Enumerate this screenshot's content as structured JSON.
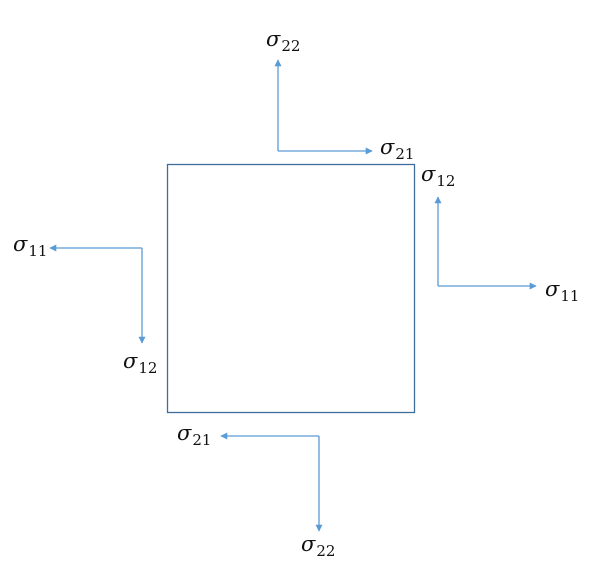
{
  "colors": {
    "arrow": "#5b9bd5",
    "square": "#3f6e9e",
    "label": "#111111"
  },
  "labels": {
    "sigma22_top": {
      "symbol": "σ",
      "sub": "22"
    },
    "sigma21_top": {
      "symbol": "σ",
      "sub": "21"
    },
    "sigma12_right": {
      "symbol": "σ",
      "sub": "12"
    },
    "sigma11_left": {
      "symbol": "σ",
      "sub": "11"
    },
    "sigma11_right": {
      "symbol": "σ",
      "sub": "11"
    },
    "sigma12_left": {
      "symbol": "σ",
      "sub": "12"
    },
    "sigma21_bottom": {
      "symbol": "σ",
      "sub": "21"
    },
    "sigma22_bottom": {
      "symbol": "σ",
      "sub": "22"
    }
  }
}
